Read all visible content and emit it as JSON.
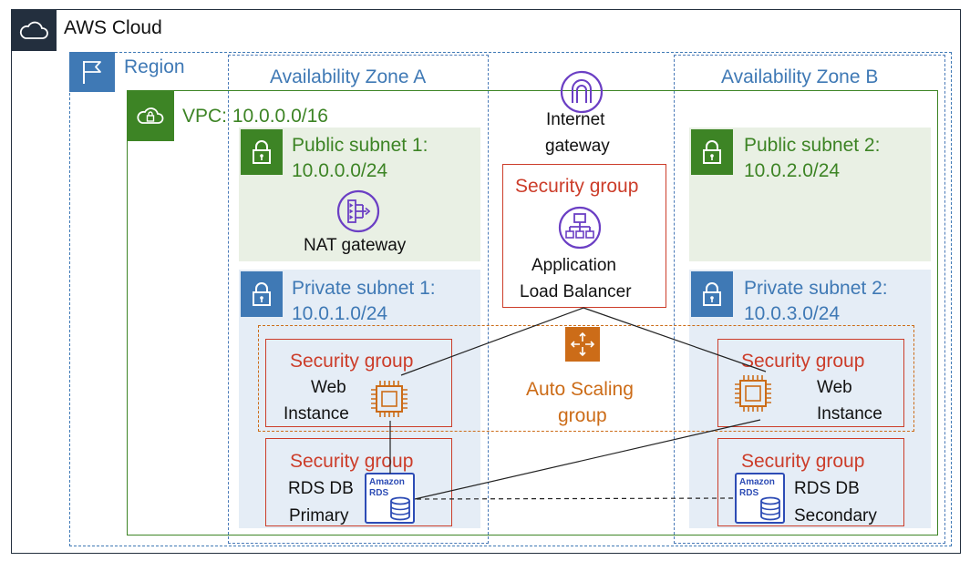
{
  "cloud": {
    "label": "AWS Cloud"
  },
  "region": {
    "label": "Region"
  },
  "zones": [
    {
      "label": "Availability Zone A"
    },
    {
      "label": "Availability Zone B"
    }
  ],
  "vpc": {
    "label": "VPC: 10.0.0.0/16"
  },
  "internet_gateway": {
    "line1": "Internet",
    "line2": "gateway"
  },
  "subnets": {
    "public_1": {
      "line1": "Public subnet 1:",
      "line2": "10.0.0.0/24"
    },
    "public_2": {
      "line1": "Public subnet 2:",
      "line2": "10.0.2.0/24"
    },
    "private_1": {
      "line1": "Private subnet 1:",
      "line2": "10.0.1.0/24"
    },
    "private_2": {
      "line1": "Private subnet 2:",
      "line2": "10.0.3.0/24"
    }
  },
  "nat_gateway": {
    "label": "NAT gateway"
  },
  "alb": {
    "sg_label": "Security group",
    "line1": "Application",
    "line2": "Load Balancer"
  },
  "auto_scaling": {
    "line1": "Auto Scaling",
    "line2": "group"
  },
  "web_a": {
    "sg_label": "Security group",
    "line1": "Web",
    "line2": "Instance"
  },
  "web_b": {
    "sg_label": "Security group",
    "line1": "Web",
    "line2": "Instance"
  },
  "rds_primary": {
    "sg_label": "Security group",
    "line1": "RDS DB",
    "line2": "Primary",
    "icon_text1": "Amazon",
    "icon_text2": "RDS"
  },
  "rds_secondary": {
    "sg_label": "Security group",
    "line1": "RDS DB",
    "line2": "Secondary",
    "icon_text1": "Amazon",
    "icon_text2": "RDS"
  },
  "colors": {
    "cloud": "#232f3e",
    "region": "#3f79b5",
    "zone": "#4a7ab8",
    "vpc": "#3d8425",
    "public_fill": "#e9f0e4",
    "private_fill": "#e5edf6",
    "security_group": "#cc3d2a",
    "auto_scaling": "#cc6c18",
    "network_purple": "#6b3fc4"
  }
}
